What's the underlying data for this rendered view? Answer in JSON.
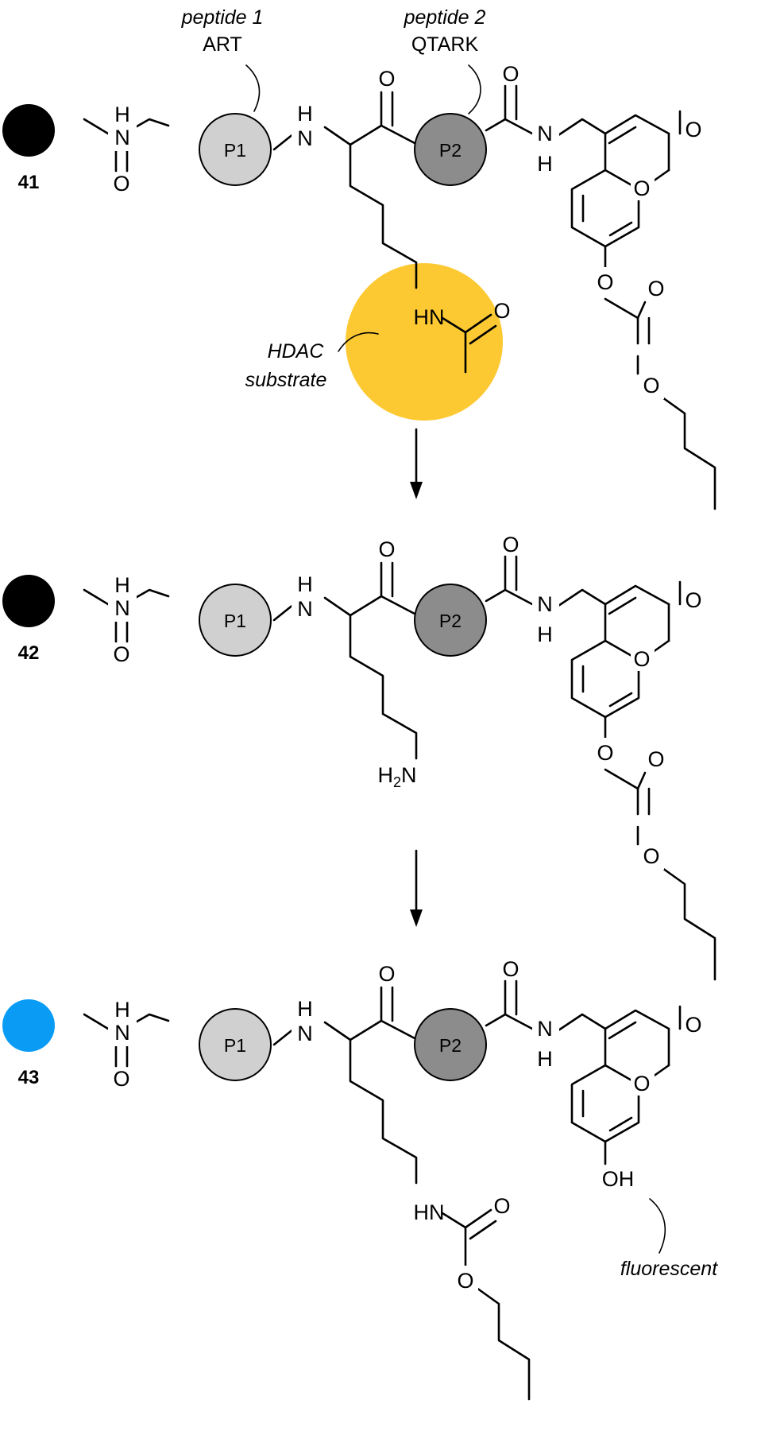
{
  "labels": {
    "peptide1_title": "peptide 1",
    "peptide1_seq": "ART",
    "peptide2_title": "peptide 2",
    "peptide2_seq": "QTARK",
    "hdac_line1": "HDAC",
    "hdac_line2": "substrate",
    "fluorescent": "fluorescent"
  },
  "compounds": [
    {
      "id": "41",
      "dot_color": "#000000",
      "side_chain": "acetyl-lysine",
      "coumarin_substituent": "carbonate"
    },
    {
      "id": "42",
      "dot_color": "#000000",
      "side_chain": "lysine",
      "coumarin_substituent": "carbonate"
    },
    {
      "id": "43",
      "dot_color": "#0a9cf5",
      "side_chain": "carbamate",
      "coumarin_substituent": "hydroxyl"
    }
  ],
  "atoms": {
    "H": "H",
    "N": "N",
    "O": "O",
    "P1": "P1",
    "P2": "P2",
    "HN": "HN",
    "NH2_H": "H",
    "NH2_sub": "2",
    "NH2_N": "N",
    "OH": "OH"
  },
  "colors": {
    "p1_fill": "#d0d0d0",
    "p2_fill": "#8c8c8c",
    "hdac_highlight": "#fdc933",
    "line": "#000000"
  }
}
